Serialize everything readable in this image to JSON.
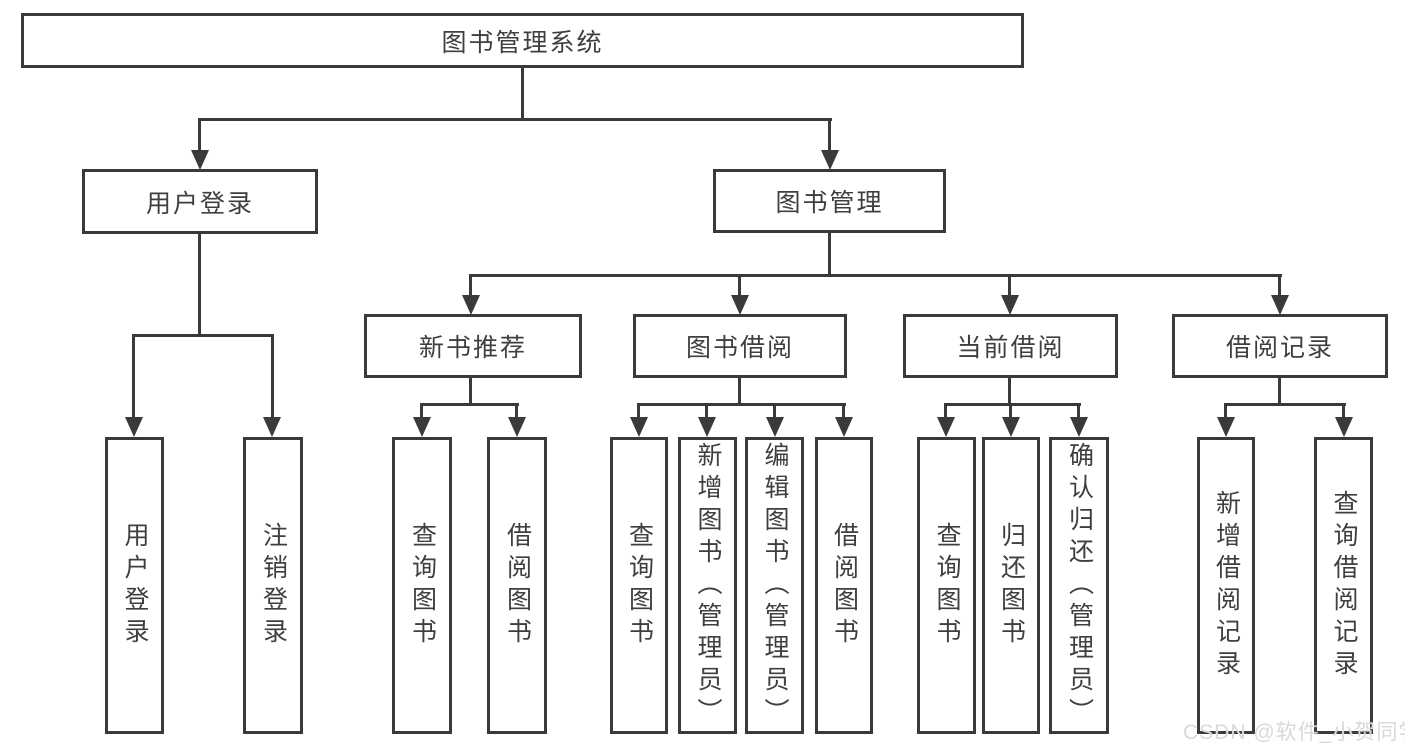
{
  "nodes": {
    "root": "图书管理系统",
    "user_login": "用户登录",
    "book_mgmt": "图书管理",
    "new_book_rec": "新书推荐",
    "book_borrow": "图书借阅",
    "current_borrow": "当前借阅",
    "borrow_record": "借阅记录",
    "leaf_user_login": "用户登录",
    "leaf_logout": "注销登录",
    "leaf_nb_query": "查询图书",
    "leaf_nb_borrow": "借阅图书",
    "leaf_bb_query": "查询图书",
    "leaf_bb_add": "新增图书（管理员）",
    "leaf_bb_edit": "编辑图书（管理员）",
    "leaf_bb_borrow": "借阅图书",
    "leaf_cb_query": "查询图书",
    "leaf_cb_return": "归还图书",
    "leaf_cb_confirm": "确认归还（管理员）",
    "leaf_br_add": "新增借阅记录",
    "leaf_br_query": "查询借阅记录"
  },
  "watermark": "CSDN @软件_小贺同学"
}
